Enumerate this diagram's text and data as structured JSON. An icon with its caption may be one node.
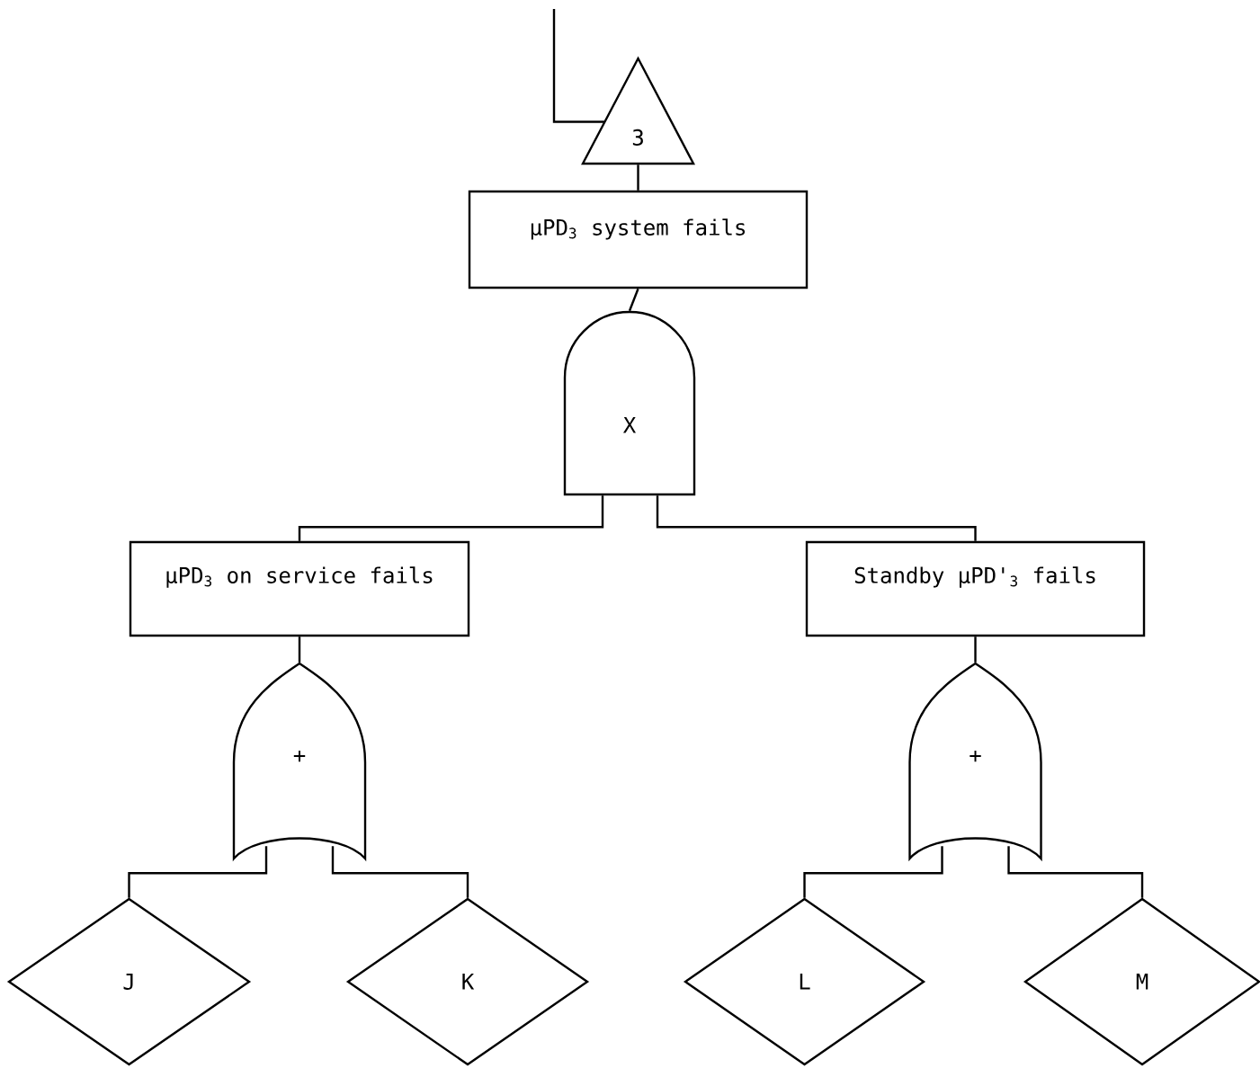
{
  "diagram": {
    "nodes": [
      {
        "text": [
          "3"
        ]
      },
      {
        "text": [
          "μPD$_{3}$ system fails"
        ]
      },
      {
        "text": [
          "X"
        ]
      },
      {
        "text": [
          "μPD$_{3}$ on service fails"
        ]
      },
      {
        "text": [
          "Standby μPD'$_{3}$ fails"
        ]
      },
      {
        "text": [
          "+"
        ]
      },
      {
        "text": [
          "+"
        ]
      },
      {
        "text": [
          "J"
        ]
      },
      {
        "text": [
          "K"
        ]
      },
      {
        "text": [
          "L"
        ]
      },
      {
        "text": [
          "M"
        ]
      }
    ],
    "edges": [
      {
        "from": null,
        "to": 0,
        "arrow": "none"
      },
      {
        "from": 0,
        "to": 1,
        "arrow": "none"
      },
      {
        "from": 1,
        "to": 2,
        "arrow": "none"
      },
      {
        "from": 2,
        "to": 3,
        "arrow": "none"
      },
      {
        "from": 2,
        "to": 4,
        "arrow": "none"
      },
      {
        "from": 3,
        "to": 5,
        "arrow": "none"
      },
      {
        "from": 4,
        "to": 6,
        "arrow": "none"
      },
      {
        "from": 5,
        "to": 7,
        "arrow": "none"
      },
      {
        "from": 5,
        "to": 8,
        "arrow": "none"
      },
      {
        "from": 6,
        "to": 9,
        "arrow": "none"
      },
      {
        "from": 6,
        "to": 10,
        "arrow": "none"
      }
    ]
  }
}
